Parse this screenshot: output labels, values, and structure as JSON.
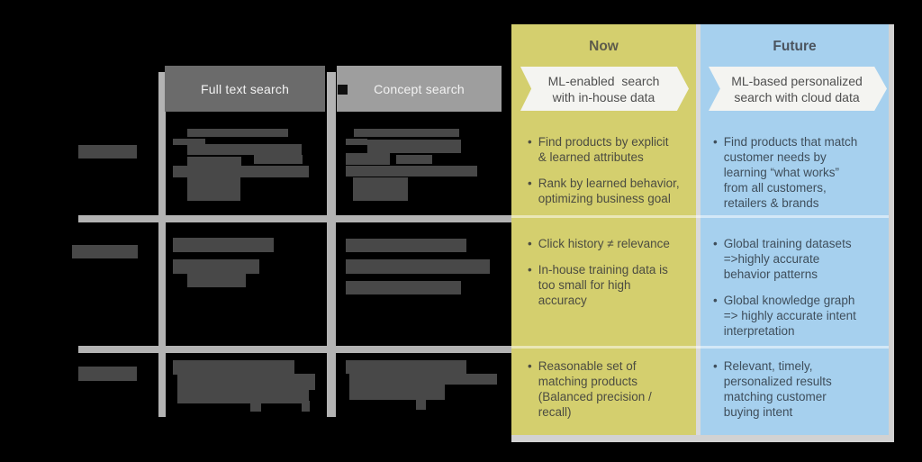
{
  "colors": {
    "background": "#000000",
    "grid_line": "#b3b3b3",
    "header1_bg": "#6b6b6b",
    "header2_bg": "#9e9e9e",
    "header_text": "#f2f2f2",
    "redacted_text": "#484848",
    "artifact_dark": "#101010",
    "now_bg": "#d4cf6e",
    "future_bg": "#a6d0ee",
    "panel_border": "#d2d2d2",
    "column_divider": "#dadada",
    "row_divider": "rgba(255,255,255,0.5)",
    "banner_bg": "#f4f4f1",
    "banner_text": "#4f4f4f",
    "now_title_text": "#5d5b4b",
    "future_title_text": "#4b545e",
    "now_text": "#4c4c41",
    "future_text": "#3f4e5b"
  },
  "left_table": {
    "column_headers": [
      {
        "label": "Full text search"
      },
      {
        "label": "Concept search"
      }
    ],
    "note": "Row labels and left-column cell text are illegible dark blocks in the source image (dark text over black background); reproduced as redacted bars.",
    "redacted_blocks": [
      [
        87,
        161,
        65,
        15
      ],
      [
        80,
        272,
        73,
        15
      ],
      [
        87,
        407,
        65,
        16
      ],
      [
        208,
        143,
        112,
        9
      ],
      [
        192,
        154,
        36,
        7
      ],
      [
        208,
        160,
        127,
        12
      ],
      [
        208,
        174,
        60,
        10
      ],
      [
        282,
        172,
        54,
        10
      ],
      [
        192,
        184,
        151,
        13
      ],
      [
        208,
        197,
        59,
        26
      ],
      [
        393,
        143,
        117,
        9
      ],
      [
        384,
        154,
        24,
        7
      ],
      [
        408,
        155,
        104,
        15
      ],
      [
        384,
        170,
        49,
        13
      ],
      [
        440,
        172,
        40,
        10
      ],
      [
        384,
        184,
        146,
        12
      ],
      [
        392,
        197,
        61,
        26
      ],
      [
        192,
        264,
        112,
        16
      ],
      [
        192,
        288,
        96,
        16
      ],
      [
        208,
        304,
        65,
        15
      ],
      [
        384,
        265,
        134,
        15
      ],
      [
        384,
        288,
        160,
        16
      ],
      [
        384,
        312,
        128,
        15
      ],
      [
        192,
        400,
        135,
        16
      ],
      [
        197,
        415,
        153,
        18
      ],
      [
        197,
        433,
        146,
        15
      ],
      [
        278,
        447,
        12,
        10
      ],
      [
        335,
        445,
        9,
        12
      ],
      [
        384,
        400,
        134,
        15
      ],
      [
        388,
        415,
        164,
        12
      ],
      [
        388,
        427,
        106,
        17
      ],
      [
        462,
        443,
        11,
        12
      ]
    ],
    "artifact_blocks": [
      [
        375,
        94,
        11,
        11
      ]
    ]
  },
  "panel": {
    "columns": [
      {
        "id": "now",
        "title": "Now",
        "banner": "ML-enabled  search\nwith in-house data",
        "rows": [
          {
            "bullets": [
              "Find products by explicit\n& learned attributes",
              "Rank by learned behavior,\noptimizing business goal"
            ]
          },
          {
            "bullets": [
              "Click history ≠ relevance",
              "In-house training data is\ntoo small for high\naccuracy"
            ]
          },
          {
            "bullets": [
              "Reasonable set of\nmatching products\n(Balanced precision /\nrecall)"
            ]
          }
        ]
      },
      {
        "id": "future",
        "title": "Future",
        "banner": "ML-based personalized\nsearch with cloud data",
        "rows": [
          {
            "bullets": [
              "Find products that match\ncustomer needs by\nlearning “what works”\nfrom all customers,\nretailers & brands"
            ]
          },
          {
            "bullets": [
              "Global training datasets\n=>highly accurate\nbehavior patterns",
              "Global knowledge graph\n=> highly accurate intent\ninterpretation"
            ]
          },
          {
            "bullets": [
              "Relevant, timely,\npersonalized results\nmatching customer\nbuying intent"
            ]
          }
        ]
      }
    ],
    "bullet_glyph": "•"
  }
}
